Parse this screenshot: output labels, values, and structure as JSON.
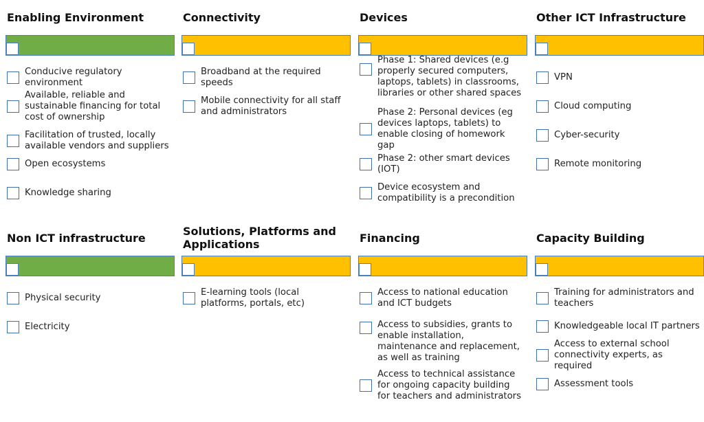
{
  "colors": {
    "green": "#70ad47",
    "amber": "#ffc000",
    "checkbox_border": "#3f6fb0"
  },
  "sections": [
    {
      "title": "Enabling Environment",
      "bar_color": "#70ad47",
      "items": [
        "Conducive regulatory environment",
        "Available, reliable and sustainable  financing for total cost of ownership",
        "Facilitation of trusted, locally available vendors and suppliers",
        "Open ecosystems",
        "Knowledge sharing"
      ]
    },
    {
      "title": "Connectivity",
      "bar_color": "#ffc000",
      "items": [
        "Broadband at the required speeds",
        "Mobile connectivity for all staff and administrators"
      ]
    },
    {
      "title": "Devices",
      "bar_color": "#ffc000",
      "items": [
        "Phase 1: Shared devices (e.g properly secured computers, laptops, tablets) in classrooms, libraries or other shared spaces",
        "Phase 2:  Personal devices (eg devices laptops, tablets) to enable closing of homework gap",
        "Phase 2: other smart devices (IOT)",
        "Device ecosystem and compatibility is a precondition"
      ]
    },
    {
      "title": "Other ICT Infrastructure",
      "bar_color": "#ffc000",
      "items": [
        "VPN",
        "Cloud computing",
        "Cyber-security",
        "Remote monitoring"
      ]
    },
    {
      "title": "Non ICT infrastructure",
      "bar_color": "#70ad47",
      "items": [
        "Physical security",
        "Electricity"
      ]
    },
    {
      "title": "Solutions, Platforms and Applications",
      "bar_color": "#ffc000",
      "items": [
        "E-learning tools (local platforms, portals, etc)"
      ]
    },
    {
      "title": "Financing",
      "bar_color": "#ffc000",
      "items": [
        "Access to national education and ICT budgets",
        "Access to subsidies, grants to enable installation, maintenance and replacement, as well as training",
        "Access to technical assistance for ongoing capacity building for teachers and administrators"
      ]
    },
    {
      "title": "Capacity Building",
      "bar_color": "#ffc000",
      "items": [
        "Training for administrators and teachers",
        "Knowledgeable local IT partners",
        "Access to external school connectivity experts, as required",
        "Assessment tools"
      ]
    }
  ]
}
